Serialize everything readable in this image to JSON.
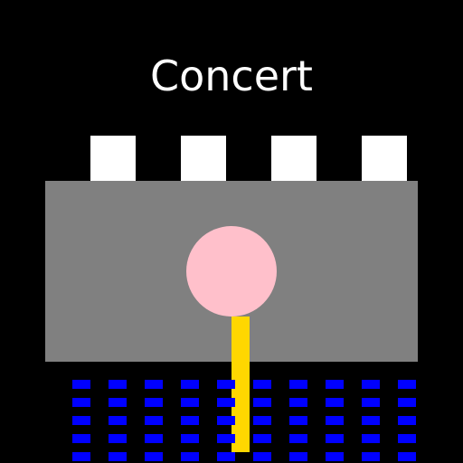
{
  "title": "Concert",
  "colors": {
    "background": "#000000",
    "title_text": "#ffffff",
    "spotlights": "#ffffff",
    "stage": "#808080",
    "performer_head": "#ffc0cb",
    "mic_stand": "#ffd700",
    "audience_seats": "#0000ff"
  },
  "scene": {
    "spotlight_count": 4,
    "audience_columns": 10,
    "audience_rows": 5
  }
}
